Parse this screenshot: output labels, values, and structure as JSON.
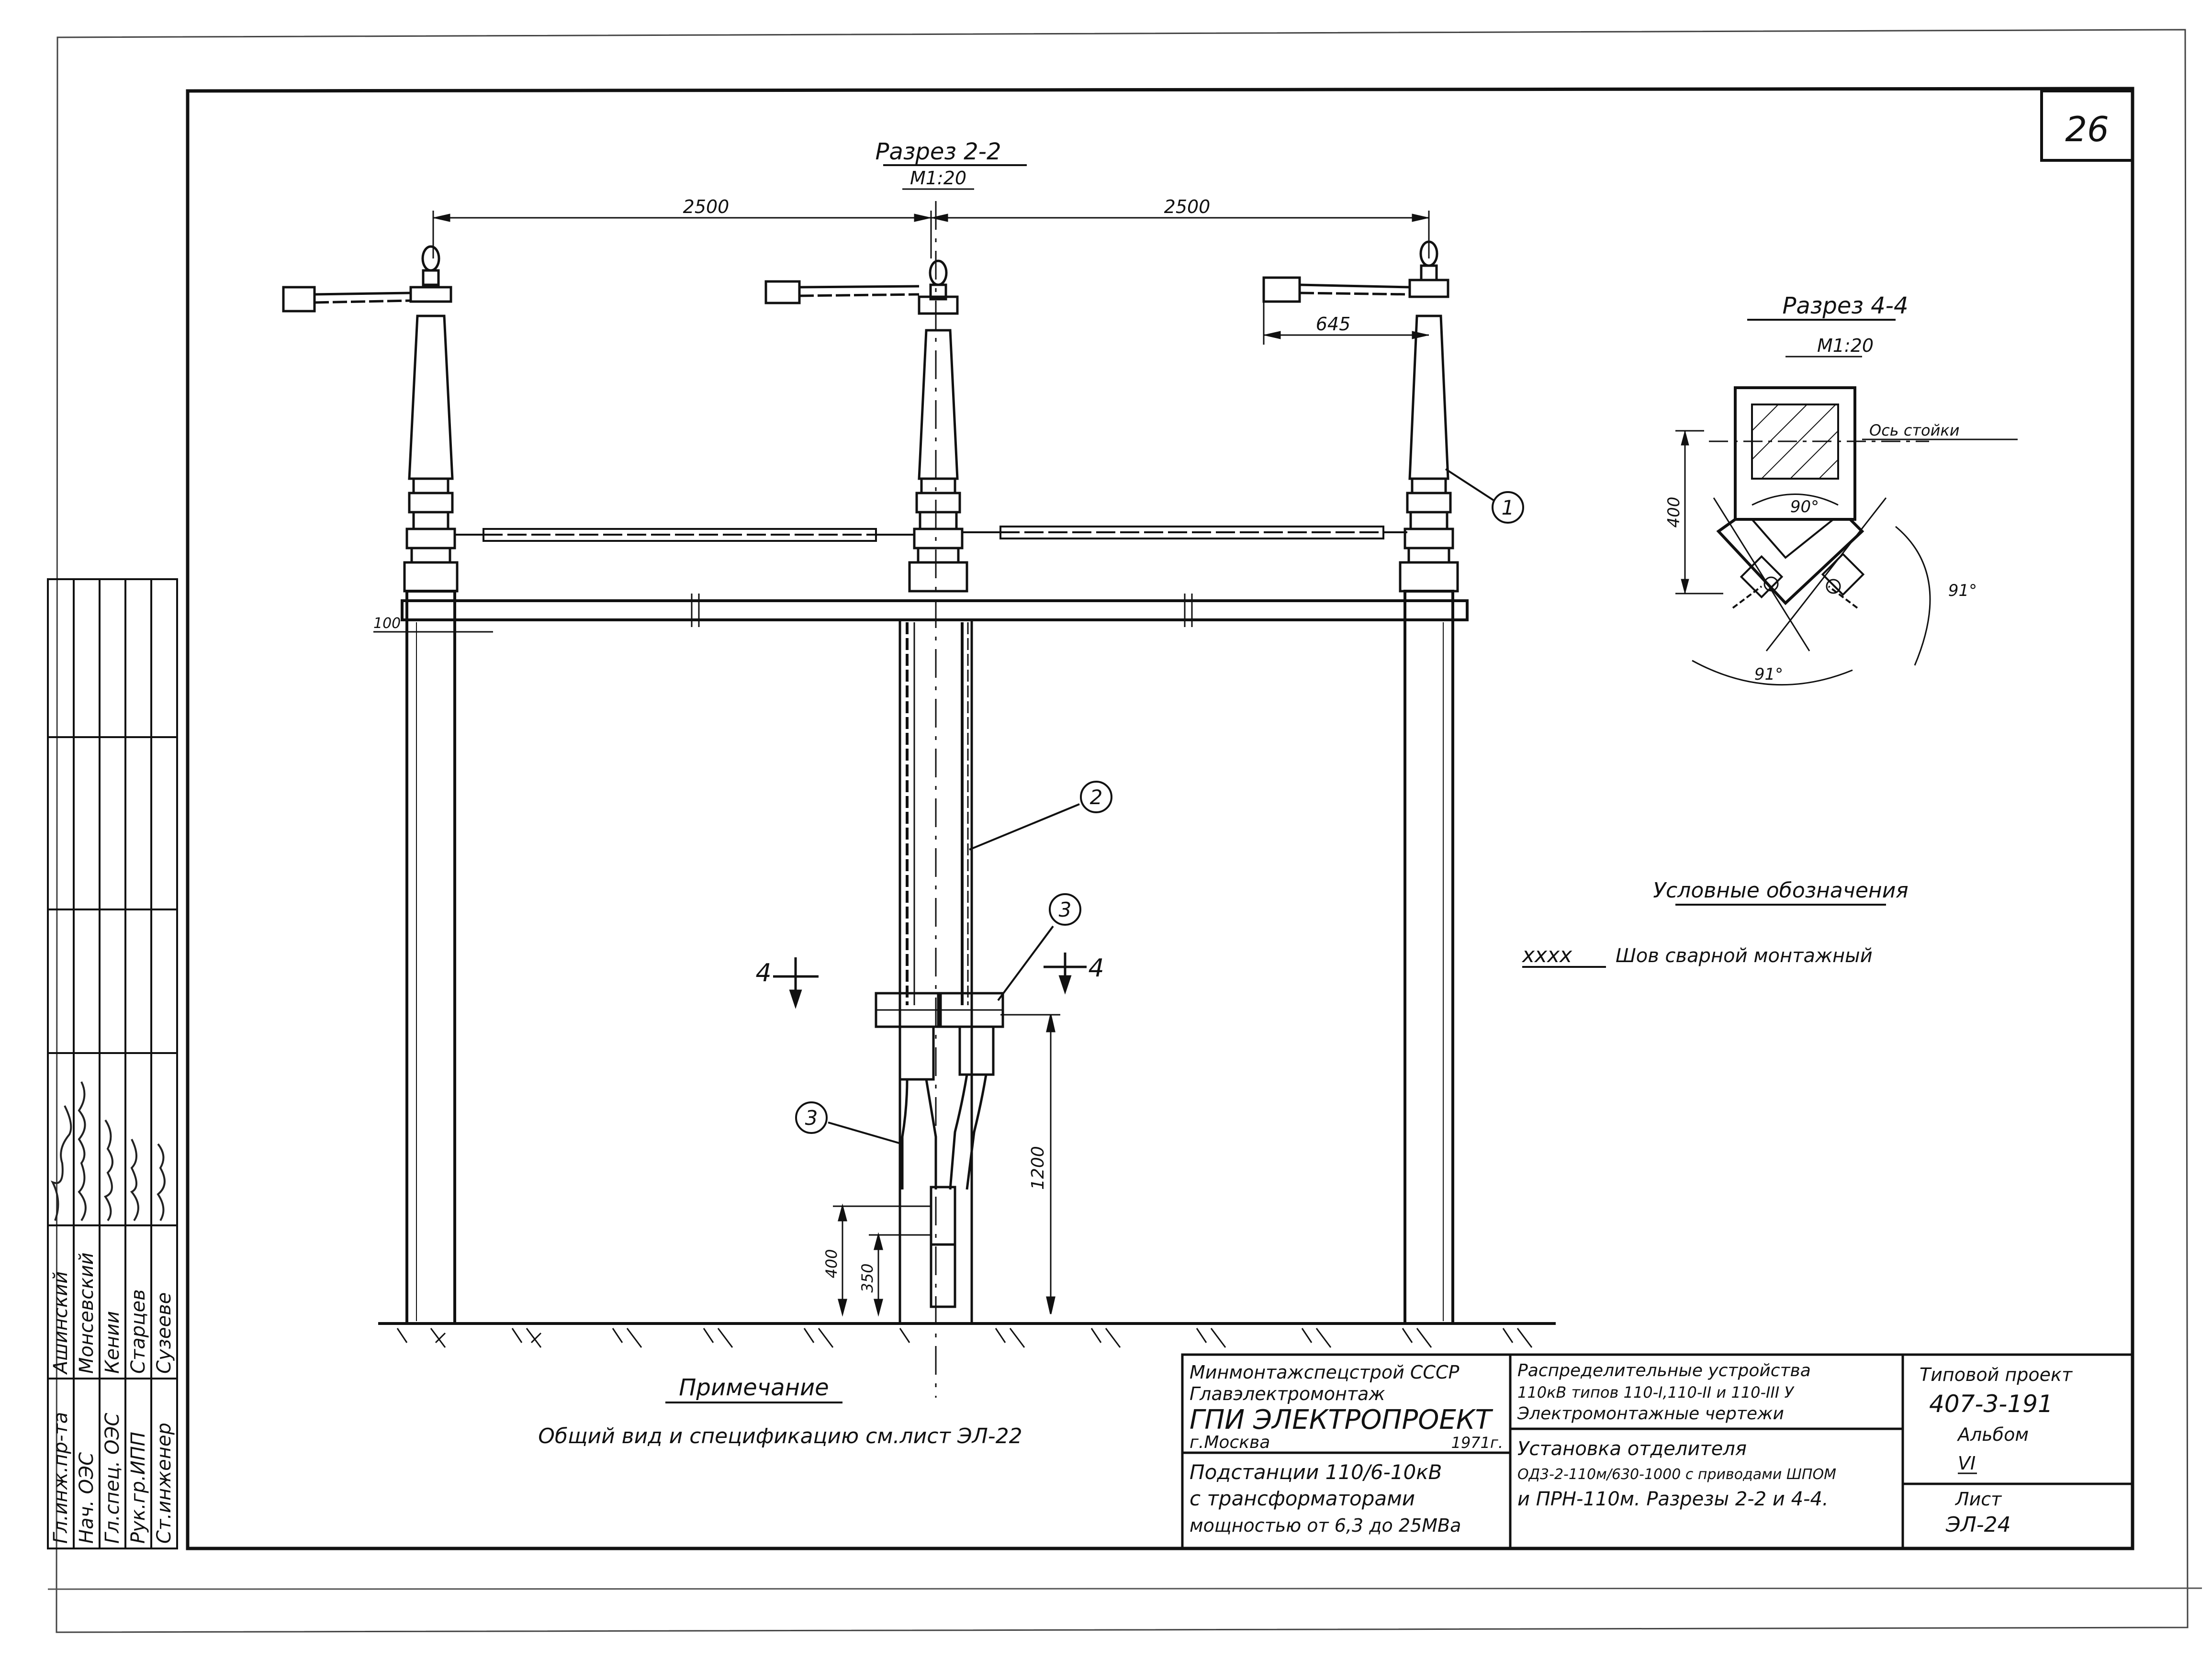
{
  "sheet": {
    "number": "26",
    "main_title": "Разрез 2-2",
    "main_scale": "М1:20",
    "section_title": "Разрез 4-4",
    "section_scale": "М1:20",
    "axis_label": "Ось стойки"
  },
  "dimensions": {
    "span_left": "2500",
    "span_right": "2500",
    "arm": "645",
    "level_mark": "100",
    "height_1200": "1200",
    "height_400": "400",
    "height_350": "350",
    "sec_height": "400",
    "angle_90": "90°",
    "angle_91_right": "91°",
    "angle_91_bottom": "91°"
  },
  "callouts": {
    "c1": "1",
    "c2": "2",
    "c3a": "3",
    "c3b": "3"
  },
  "section_marks": {
    "left": "4",
    "right": "4"
  },
  "legend": {
    "title": "Условные обозначения",
    "symbol": "xxxx",
    "text": "Шов сварной монтажный"
  },
  "note": {
    "title": "Примечание",
    "text": "Общий вид и спецификацию см.лист ЭЛ-22"
  },
  "title_block": {
    "org_line1": "Минмонтажспецстрой СССР",
    "org_line2": "Главэлектромонтаж",
    "org_line3": "ГПИ ЭЛЕКТРОПРОЕКТ",
    "city": "г.Москва",
    "year": "1971г.",
    "object_line1": "Подстанции 110/6-10кВ",
    "object_line2": "с трансформаторами",
    "object_line3": "мощностью от 6,3 до 25МВа",
    "desc_line1": "Распределительные устройства",
    "desc_line2": "110кВ типов 110-I,110-II и 110-III У",
    "desc_line3": "Электромонтажные чертежи",
    "sheet_title_line1": "Установка отделителя",
    "sheet_title_line2": "ОД3-2-110м/630-1000 с приводами ШПОМ",
    "sheet_title_line3": "и ПРН-110м. Разрезы 2-2 и 4-4.",
    "project_label": "Типовой проект",
    "project_number": "407-3-191",
    "album_label": "Альбом",
    "album_number": "VI",
    "list_label": "Лист",
    "list_number": "ЭЛ-24"
  },
  "signatures": {
    "roles": [
      "Гл.инж.пр-та",
      "Нач. ОЭС",
      "Гл.спец. ОЭС",
      "Рук.гр.ИПП",
      "Ст.инженер"
    ],
    "names": [
      "Ашинский",
      "Монсевский",
      "Кении",
      "Старцев",
      "Сузееве"
    ]
  }
}
